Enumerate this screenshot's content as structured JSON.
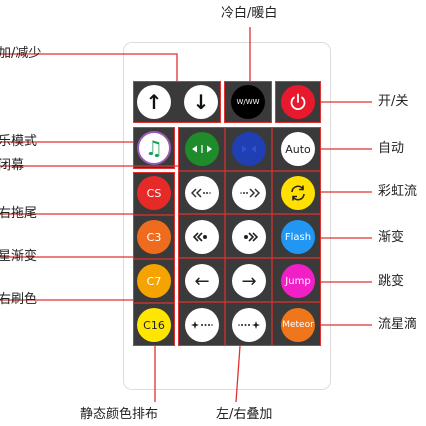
{
  "labels": {
    "cold_warm": "冷白/暖白",
    "brightness": "加/减少",
    "on_off": "开/关",
    "music_mode": "乐模式",
    "curtain": "闭幕",
    "auto": "自动",
    "rainbow": "彩虹流",
    "tail": "右拖尾",
    "gradient": "渐变",
    "meteor_fade": "星渐变",
    "jump": "跳变",
    "brush": "右刷色",
    "meteor": "流星滴",
    "static_layout": "静态颜色排布",
    "overlay": "左/右叠加"
  },
  "buttons": {
    "ww": "W/WW",
    "auto": "Auto",
    "cs": "CS",
    "c3": "C3",
    "c7": "C7",
    "c16": "C16",
    "flash": "Flash",
    "jump": "Jump",
    "meteor": "Meteor"
  },
  "icons": {
    "up": "↑",
    "down": "↓",
    "music": "♫",
    "left": "←",
    "right": "→"
  },
  "colors": {
    "panel": "#3a3a3a",
    "outline": "#e03131",
    "power": "#e8192c",
    "green": "#1e8c2b",
    "blue": "#1f3fb3",
    "cs": "#e62a28",
    "c3": "#ef6c1f",
    "c7": "#f5a300",
    "c16": "#ffe600",
    "flash": "#2196f3",
    "jump": "#f01fc6",
    "meteor": "#f0761c"
  }
}
